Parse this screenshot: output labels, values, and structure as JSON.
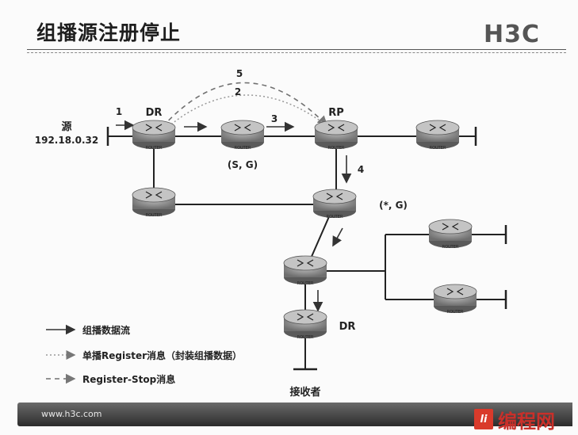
{
  "slide": {
    "title": "组播源注册停止",
    "logo": "H3C",
    "footer_url": "www.h3c.com"
  },
  "diagram": {
    "source_label": "源",
    "source_ip": "192.18.0.32",
    "dr_top_label": "DR",
    "rp_label": "RP",
    "dr_bottom_label": "DR",
    "receiver_label": "接收者",
    "router_text": "ROUTER",
    "sg_label": "(S, G)",
    "starg_label": "(*, G)",
    "step_labels": [
      "1",
      "2",
      "3",
      "4",
      "5"
    ]
  },
  "legend": {
    "multicast_flow": "组播数据流",
    "register": "单播Register消息（封装组播数据）",
    "register_stop": "Register-Stop消息"
  },
  "watermark": {
    "icon_text": "li",
    "text": "编程网"
  },
  "colors": {
    "router_fill": "#8c8c8c",
    "line": "#222222",
    "register_dotted": "#9a9a9a",
    "register_stop_dashed": "#707070",
    "watermark_red": "#d93a2b"
  }
}
